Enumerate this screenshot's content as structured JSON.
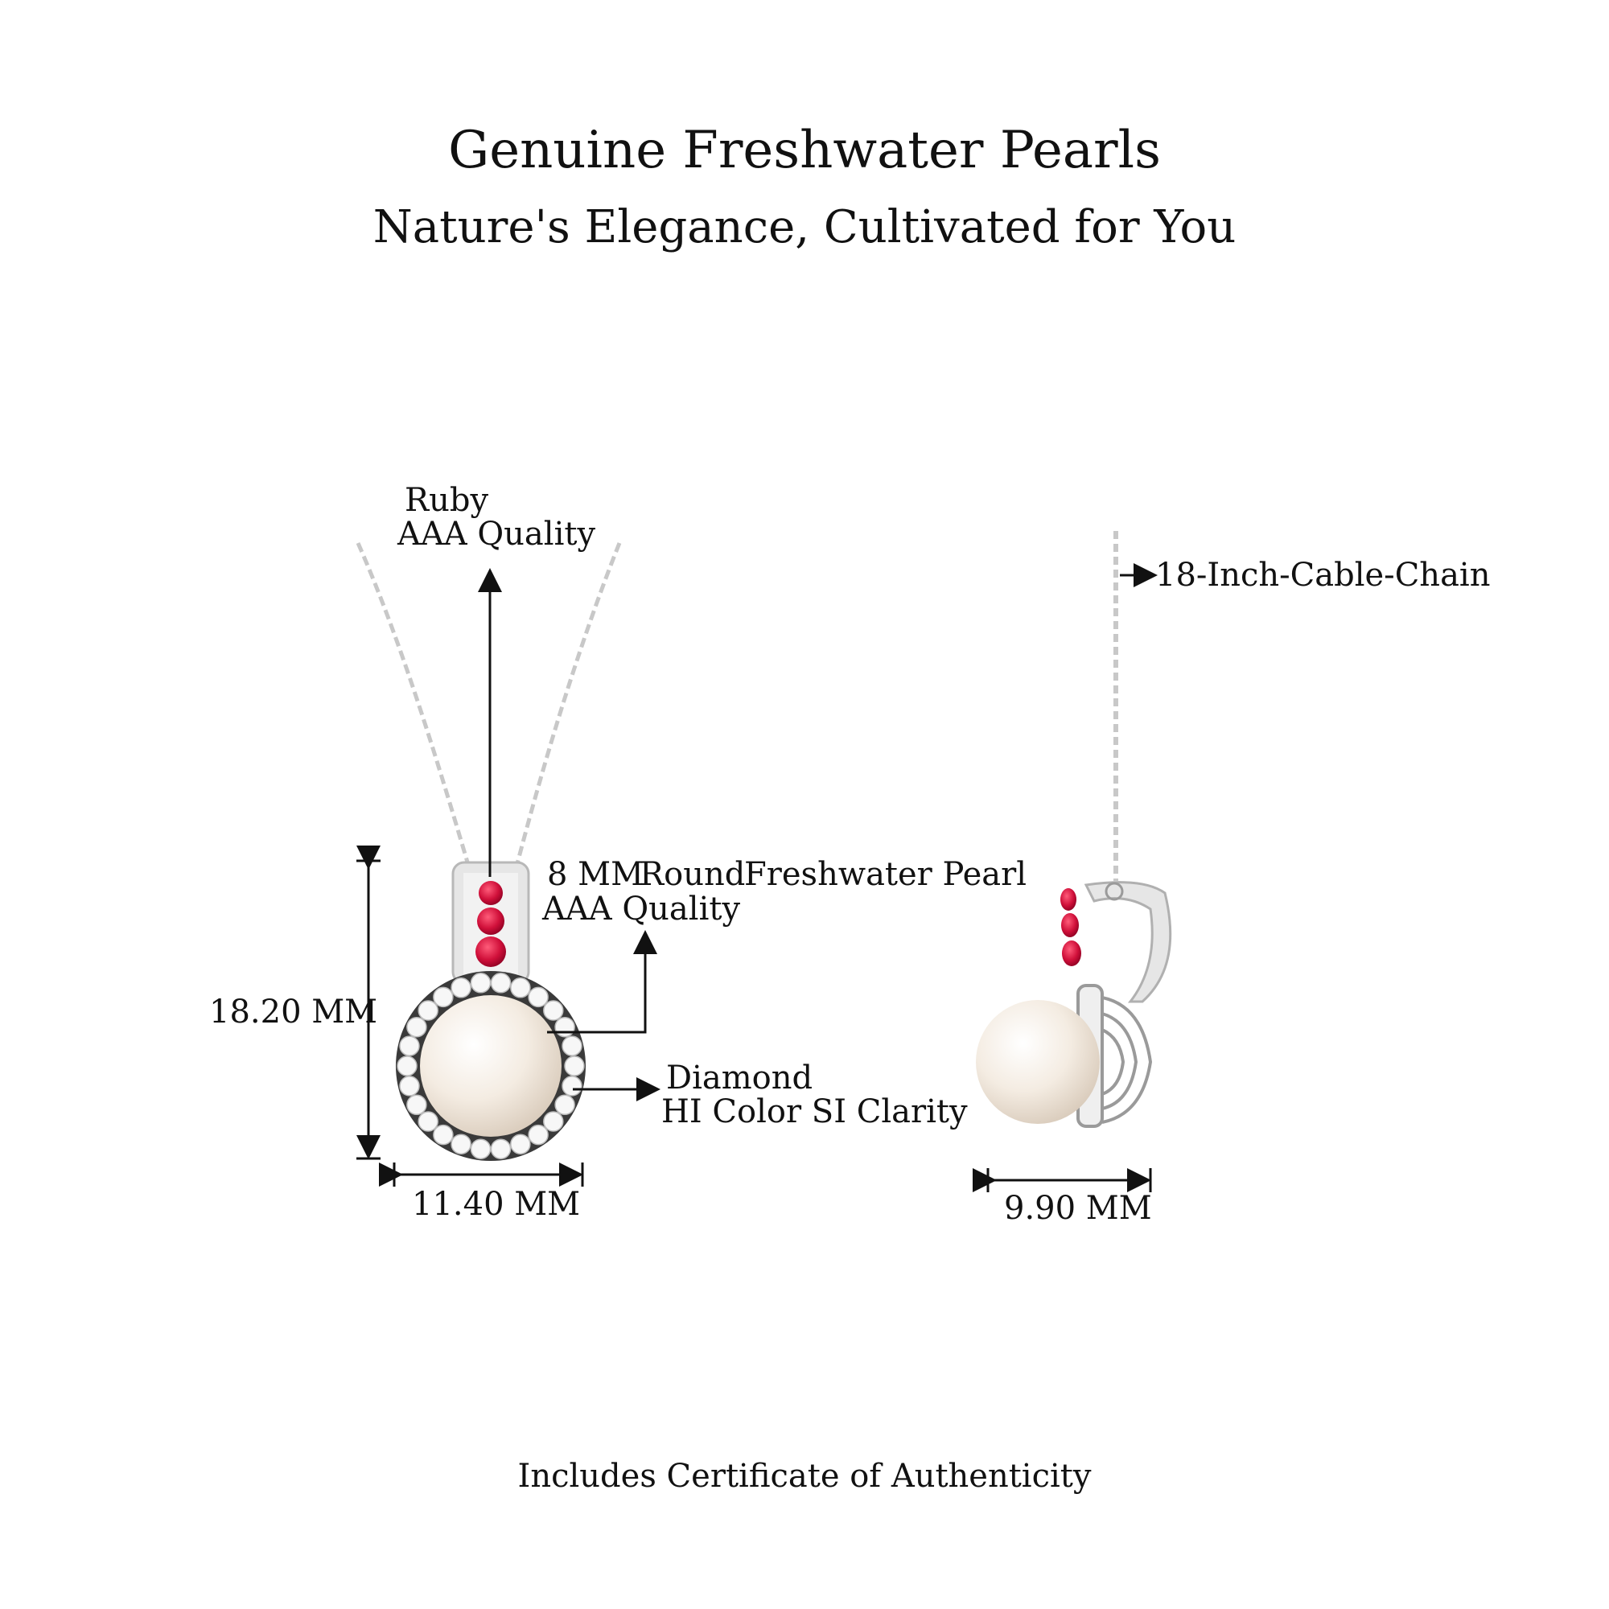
{
  "header": {
    "title": "Genuine Freshwater Pearls",
    "subtitle": "Nature's Elegance, Cultivated for You"
  },
  "annotations": {
    "ruby": {
      "name": "Ruby",
      "quality": "AAA Quality"
    },
    "pearl": {
      "size": "8 MM",
      "shape": "Round",
      "type": "Freshwater Pearl",
      "quality": "AAA Quality"
    },
    "diamond": {
      "name": "Diamond",
      "grade": "HI Color SI Clarity"
    },
    "chain": "18-Inch-Cable-Chain"
  },
  "dimensions": {
    "height": "18.20 MM",
    "front_width": "11.40 MM",
    "side_width": "9.90 MM"
  },
  "footer": {
    "note": "Includes Certificate of Authenticity"
  },
  "colors": {
    "ruby": "#d0103a",
    "pearl": "#f4ece2",
    "metal": "#d6d6d6",
    "line": "#111111"
  }
}
